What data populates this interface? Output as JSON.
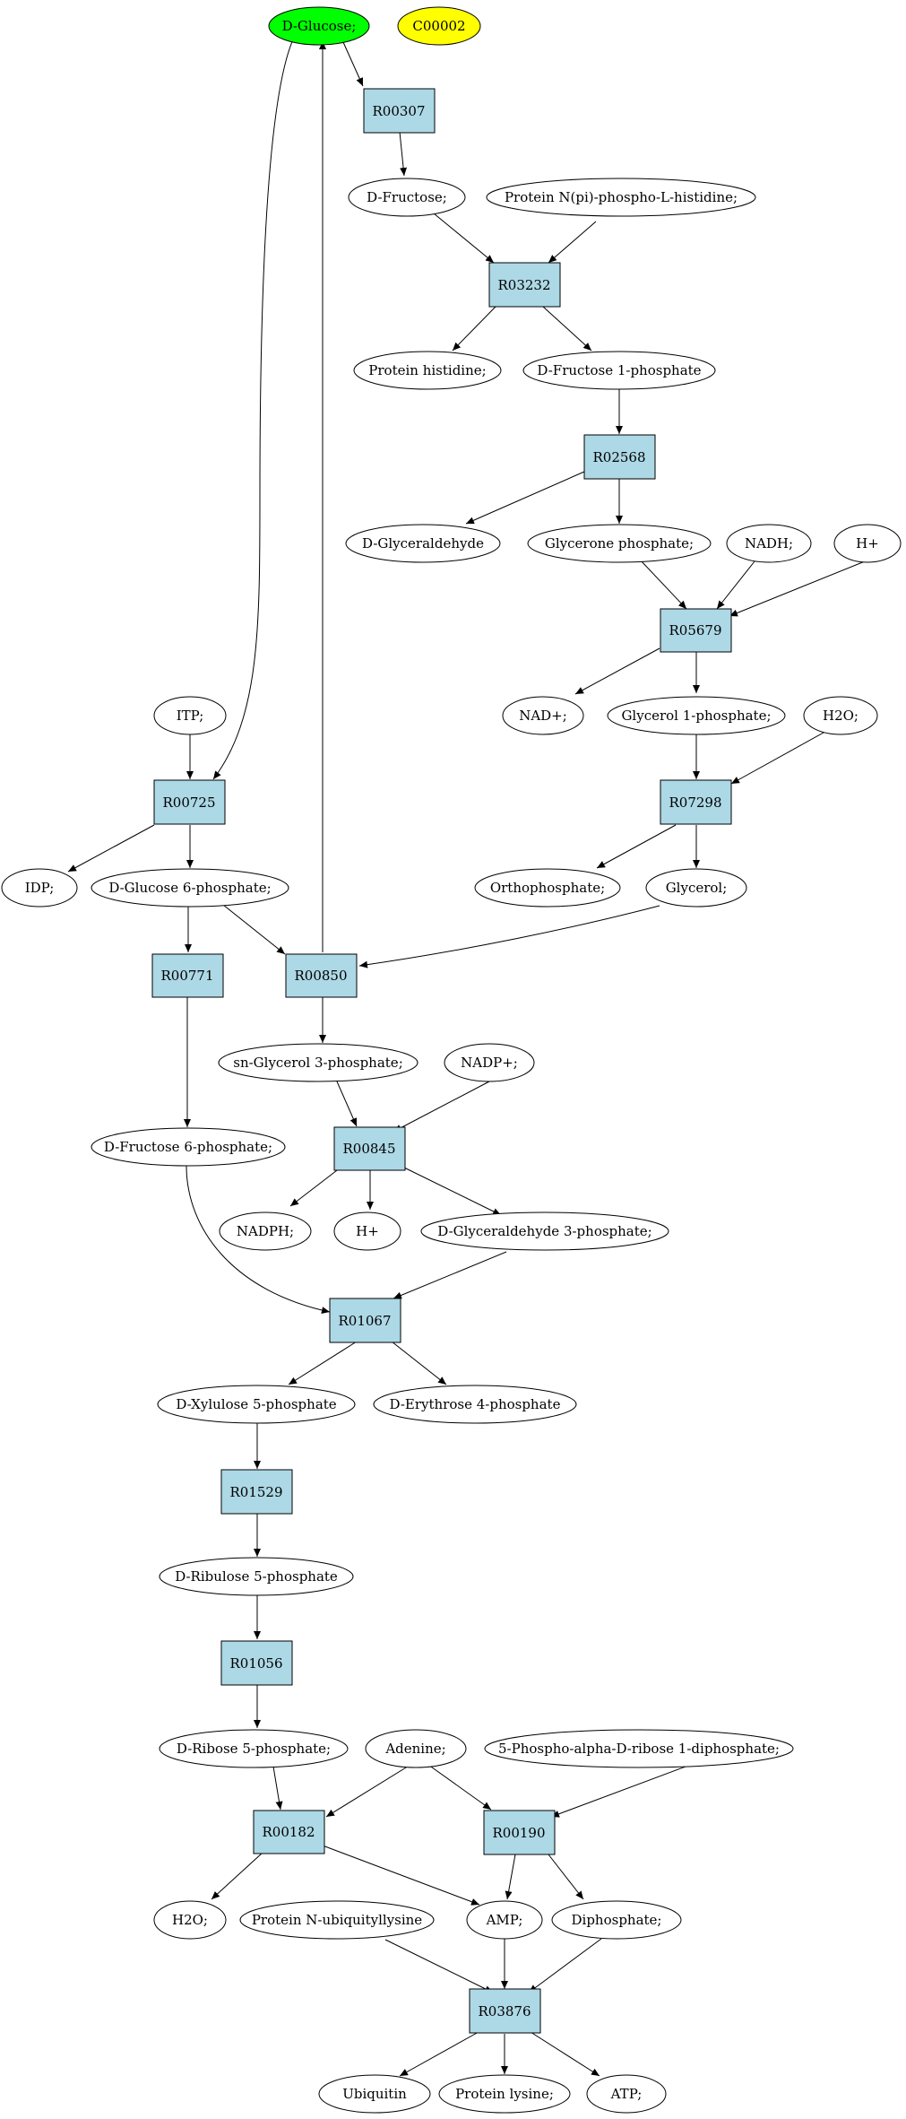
{
  "colors": {
    "reaction_fill": "#add8e6",
    "start_fill": "#00ff00",
    "highlight_fill": "#ffff00",
    "compound_fill": "#ffffff",
    "stroke": "#000000"
  },
  "nodes": {
    "glucose": "D-Glucose;",
    "c00002": "C00002",
    "r00307": "R00307",
    "fructose": "D-Fructose;",
    "protein_nphis": "Protein N(pi)-phospho-L-histidine;",
    "r03232": "R03232",
    "protein_his": "Protein histidine;",
    "fructose1p": "D-Fructose 1-phosphate",
    "r02568": "R02568",
    "glyceraldehyde": "D-Glyceraldehyde",
    "glycerone_p": "Glycerone phosphate;",
    "nadh": "NADH;",
    "hplus1": "H+",
    "r05679": "R05679",
    "nadplus": "NAD+;",
    "glycerol1p": "Glycerol 1-phosphate;",
    "h2o1": "H2O;",
    "itp": "ITP;",
    "r07298": "R07298",
    "r00725": "R00725",
    "idp": "IDP;",
    "glucose6p": "D-Glucose 6-phosphate;",
    "orthophosphate": "Orthophosphate;",
    "glycerol": "Glycerol;",
    "r00771": "R00771",
    "r00850": "R00850",
    "snglycerol3p": "sn-Glycerol 3-phosphate;",
    "nadpplus": "NADP+;",
    "fructose6p": "D-Fructose 6-phosphate;",
    "r00845": "R00845",
    "nadph": "NADPH;",
    "hplus2": "H+",
    "glyceraldehyde3p": "D-Glyceraldehyde 3-phosphate;",
    "r01067": "R01067",
    "xylulose5p": "D-Xylulose 5-phosphate",
    "erythrose4p": "D-Erythrose 4-phosphate",
    "r01529": "R01529",
    "ribulose5p": "D-Ribulose 5-phosphate",
    "r01056": "R01056",
    "ribose5p": "D-Ribose 5-phosphate;",
    "adenine": "Adenine;",
    "prpp": "5-Phospho-alpha-D-ribose 1-diphosphate;",
    "r00182": "R00182",
    "r00190": "R00190",
    "h2o2": "H2O;",
    "protein_nubiq": "Protein N-ubiquityllysine",
    "amp": "AMP;",
    "diphosphate": "Diphosphate;",
    "r03876": "R03876",
    "ubiquitin": "Ubiquitin",
    "protein_lys": "Protein lysine;",
    "atp": "ATP;"
  }
}
